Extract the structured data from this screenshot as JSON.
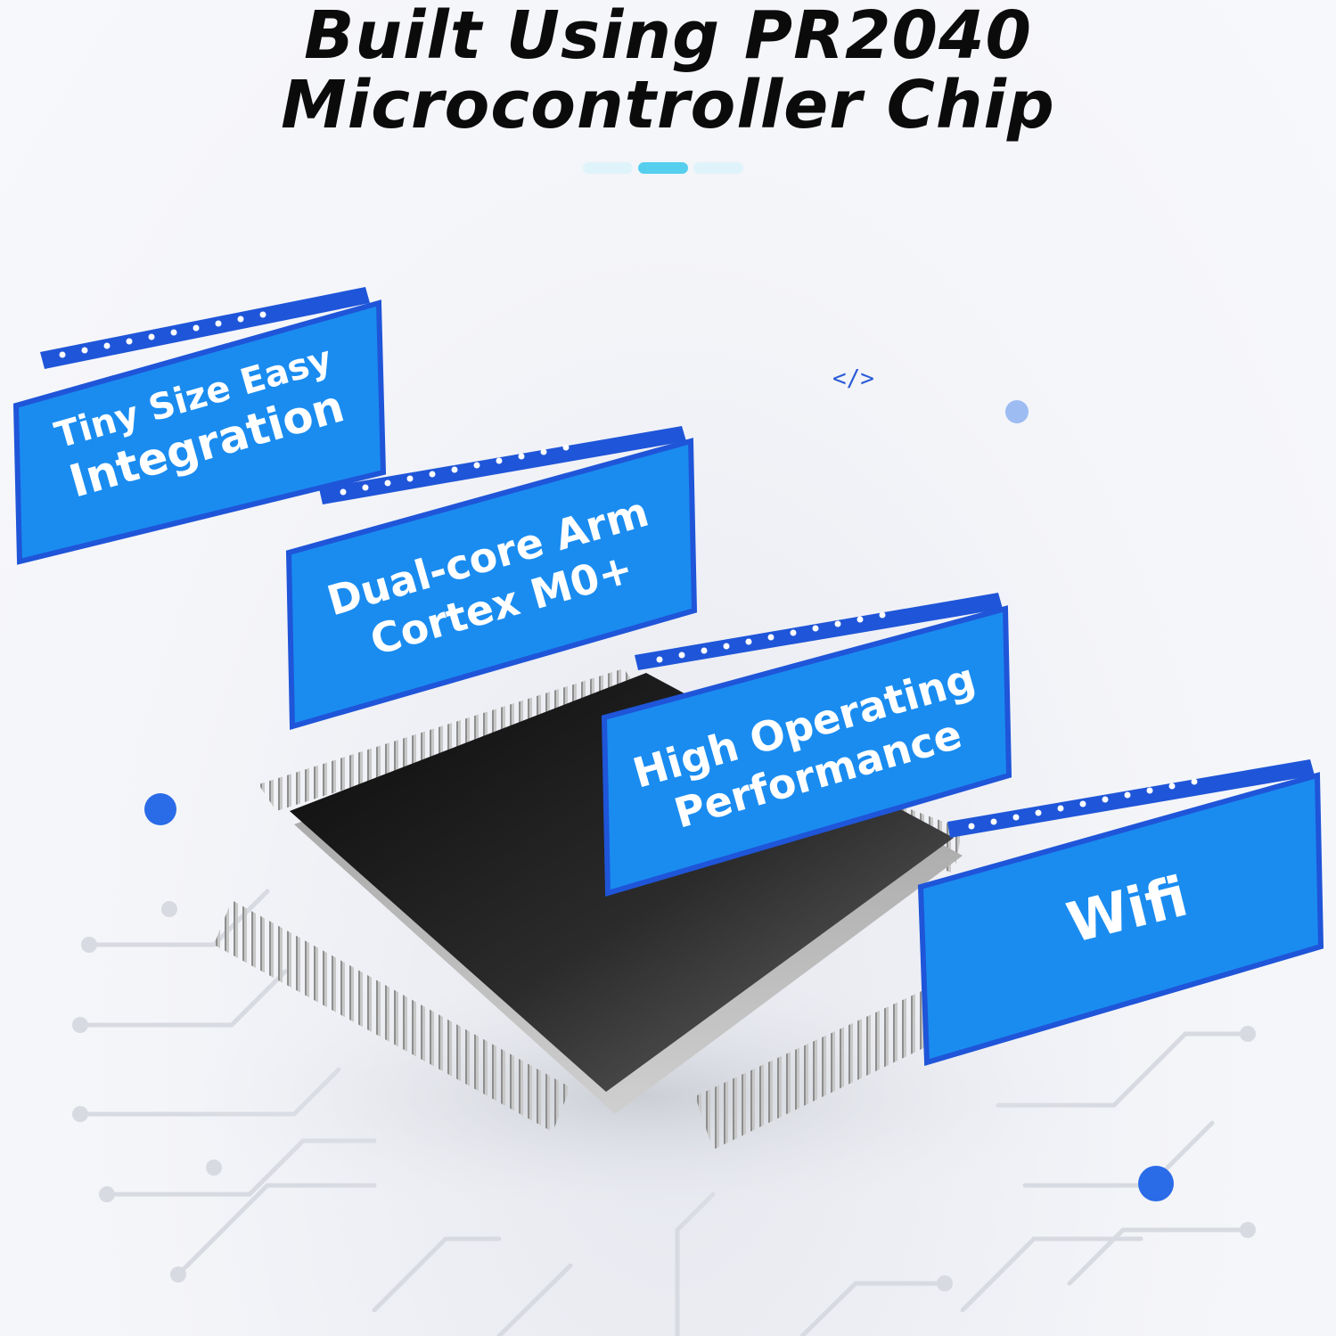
{
  "headline": {
    "line1": "Built Using PR2040",
    "line2": "Microcontroller Chip"
  },
  "features": [
    {
      "label_line1": "Tiny Size Easy",
      "label_line2": "Integration"
    },
    {
      "label_line1": "Dual-core Arm",
      "label_line2": "Cortex M0+"
    },
    {
      "label_line1": "High Operating",
      "label_line2": "Performance"
    },
    {
      "label_line1": "Wifi",
      "label_line2": ""
    }
  ],
  "icons": {
    "code": "</>"
  },
  "colors": {
    "tag_blue": "#1a8cf0",
    "tag_dark_blue": "#1f55d8",
    "chip": "#1a1a1a",
    "dot_blue": "#2a6be8"
  }
}
